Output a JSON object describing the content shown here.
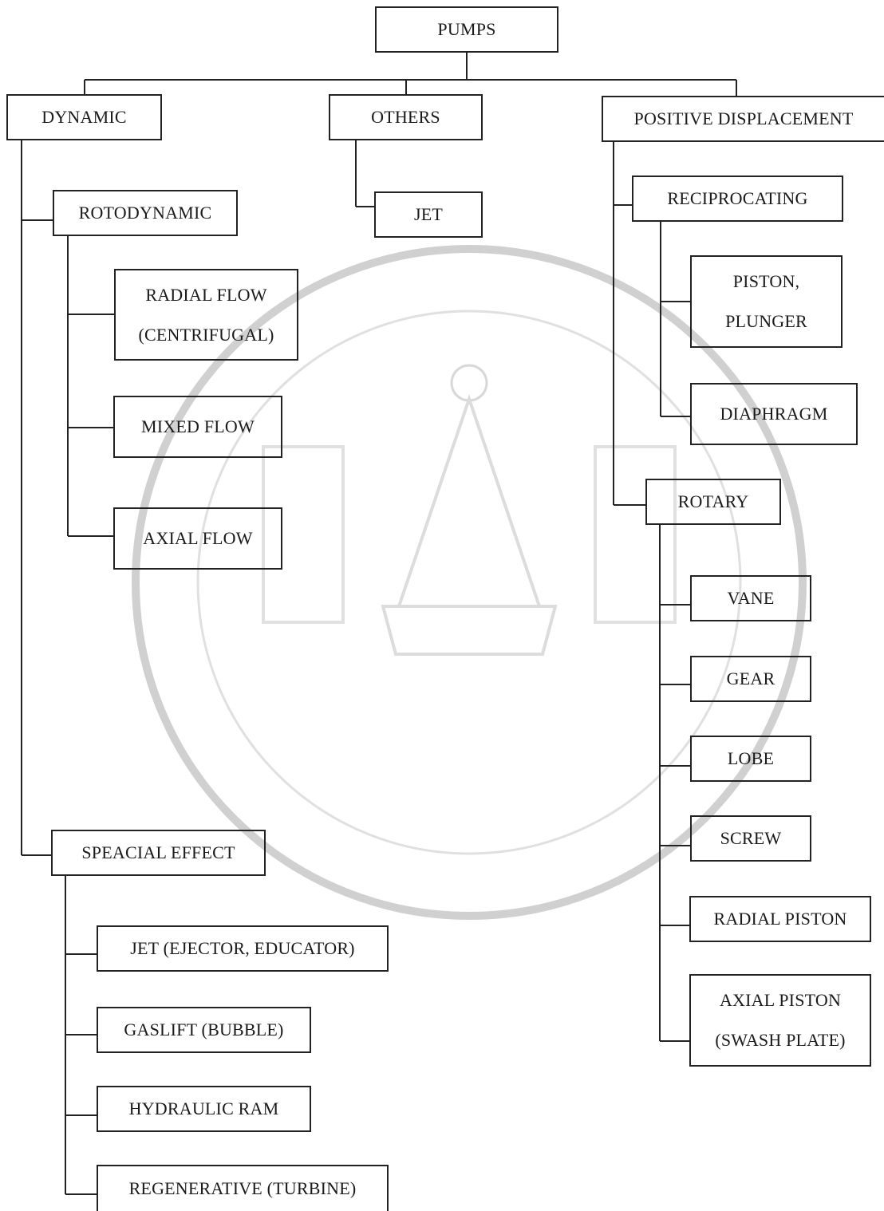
{
  "root": {
    "label": "PUMPS"
  },
  "level1": {
    "dynamic": "DYNAMIC",
    "others": "OTHERS",
    "positive_displacement": "POSITIVE DISPLACEMENT"
  },
  "dynamic": {
    "rotodynamic": "ROTODYNAMIC",
    "rotodynamic_items": {
      "radial_flow_line1": "RADIAL FLOW",
      "radial_flow_line2": "(CENTRIFUGAL)",
      "mixed_flow": "MIXED FLOW",
      "axial_flow": "AXIAL FLOW"
    },
    "special_effect": "SPEACIAL EFFECT",
    "special_items": {
      "jet": "JET (EJECTOR, EDUCATOR)",
      "gaslift": "GASLIFT (BUBBLE)",
      "hydraulic_ram": "HYDRAULIC RAM",
      "regenerative": "REGENERATIVE (TURBINE)"
    }
  },
  "others": {
    "jet": "JET"
  },
  "positive": {
    "reciprocating": "RECIPROCATING",
    "reciprocating_items": {
      "piston_line1": "PISTON,",
      "piston_line2": "PLUNGER",
      "diaphragm": "DIAPHRAGM"
    },
    "rotary": "ROTARY",
    "rotary_items": {
      "vane": "VANE",
      "gear": "GEAR",
      "lobe": "LOBE",
      "screw": "SCREW",
      "radial_piston": "RADIAL PISTON",
      "axial_piston_line1": "AXIAL PISTON",
      "axial_piston_line2": "(SWASH PLATE)"
    }
  },
  "colors": {
    "line": "#222222",
    "watermark": "#c8c8c8"
  }
}
